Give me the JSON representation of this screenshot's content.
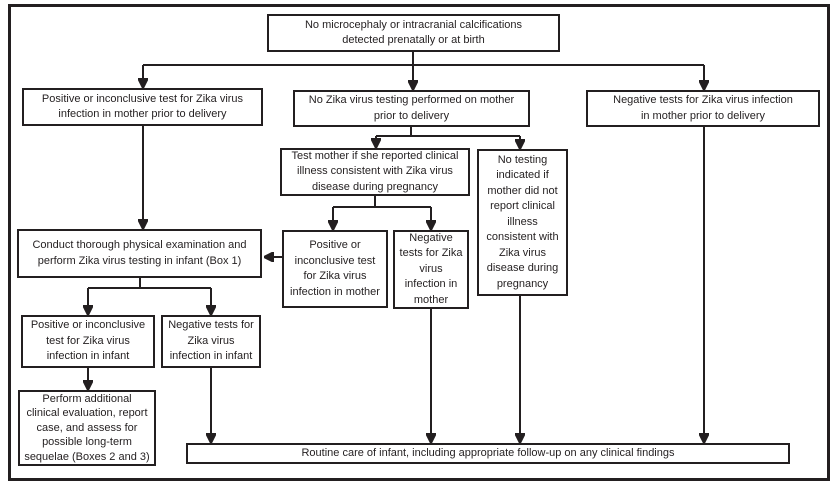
{
  "colors": {
    "line": "#231f20",
    "background": "#ffffff",
    "box_background": "#ffffff"
  },
  "nodes": {
    "root": {
      "lines": [
        "No microcephaly or intracranial calcifications",
        "detected prenatally or at birth"
      ]
    },
    "pos_mother": {
      "lines": [
        "Positive or inconclusive test for Zika virus",
        "infection in mother prior to delivery"
      ]
    },
    "no_test_mother": {
      "lines": [
        "No Zika virus testing performed on mother",
        "prior to delivery"
      ]
    },
    "neg_mother_prior": {
      "lines": [
        "Negative tests for Zika virus infection",
        "in mother prior to delivery"
      ]
    },
    "test_mother": {
      "lines": [
        "Test mother if she reported clinical",
        "illness consistent with Zika virus",
        "disease during pregnancy"
      ]
    },
    "no_test_ind": {
      "lines": [
        "No testing",
        "indicated if",
        "mother did not",
        "report clinical",
        "illness",
        "consistent with",
        "Zika virus",
        "disease during",
        "pregnancy"
      ]
    },
    "pos_mother_res": {
      "lines": [
        "Positive or",
        "inconclusive test",
        "for Zika virus",
        "infection in mother"
      ]
    },
    "neg_mother_res": {
      "lines": [
        "Negative",
        "tests for Zika",
        "virus",
        "infection in",
        "mother"
      ]
    },
    "conduct": {
      "lines": [
        "Conduct thorough physical examination and",
        "perform Zika virus testing in infant (Box 1)"
      ]
    },
    "pos_infant": {
      "lines": [
        "Positive or inconclusive",
        "test for Zika virus",
        "infection in infant"
      ]
    },
    "neg_infant": {
      "lines": [
        "Negative tests for",
        "Zika virus",
        "infection in infant"
      ]
    },
    "perform_add": {
      "lines": [
        "Perform additional",
        "clinical evaluation, report",
        "case, and assess for",
        "possible long-term",
        "sequelae (Boxes 2 and 3)"
      ]
    },
    "routine": {
      "lines": [
        "Routine care of infant, including appropriate follow-up on any clinical findings"
      ]
    }
  }
}
